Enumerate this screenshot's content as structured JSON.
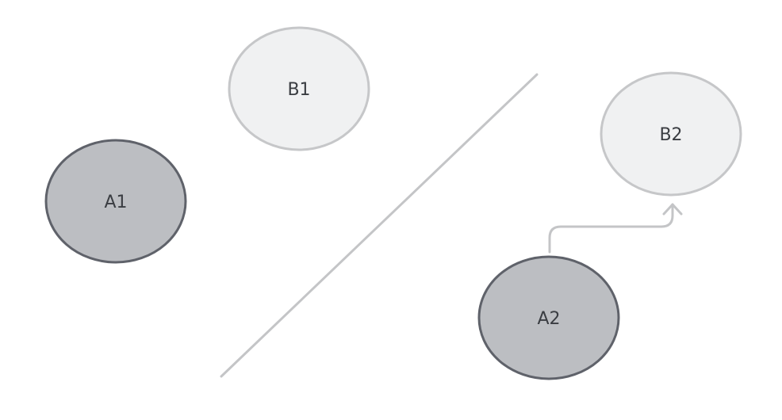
{
  "colors": {
    "dark_fill": "#bcbec2",
    "dark_stroke": "#5f626a",
    "light_fill": "#f0f1f2",
    "light_stroke": "#c6c7c9",
    "connector": "#c4c5c7",
    "divider": "#c4c5c7",
    "label": "#3a3d42"
  },
  "nodes": {
    "a1": {
      "label": "A1",
      "style": "dark"
    },
    "b1": {
      "label": "B1",
      "style": "light"
    },
    "a2": {
      "label": "A2",
      "style": "dark"
    },
    "b2": {
      "label": "B2",
      "style": "light"
    }
  },
  "edges": [
    {
      "from": "a2",
      "to": "b2",
      "arrow": "open"
    }
  ],
  "divider": {
    "style": "diagonal"
  }
}
